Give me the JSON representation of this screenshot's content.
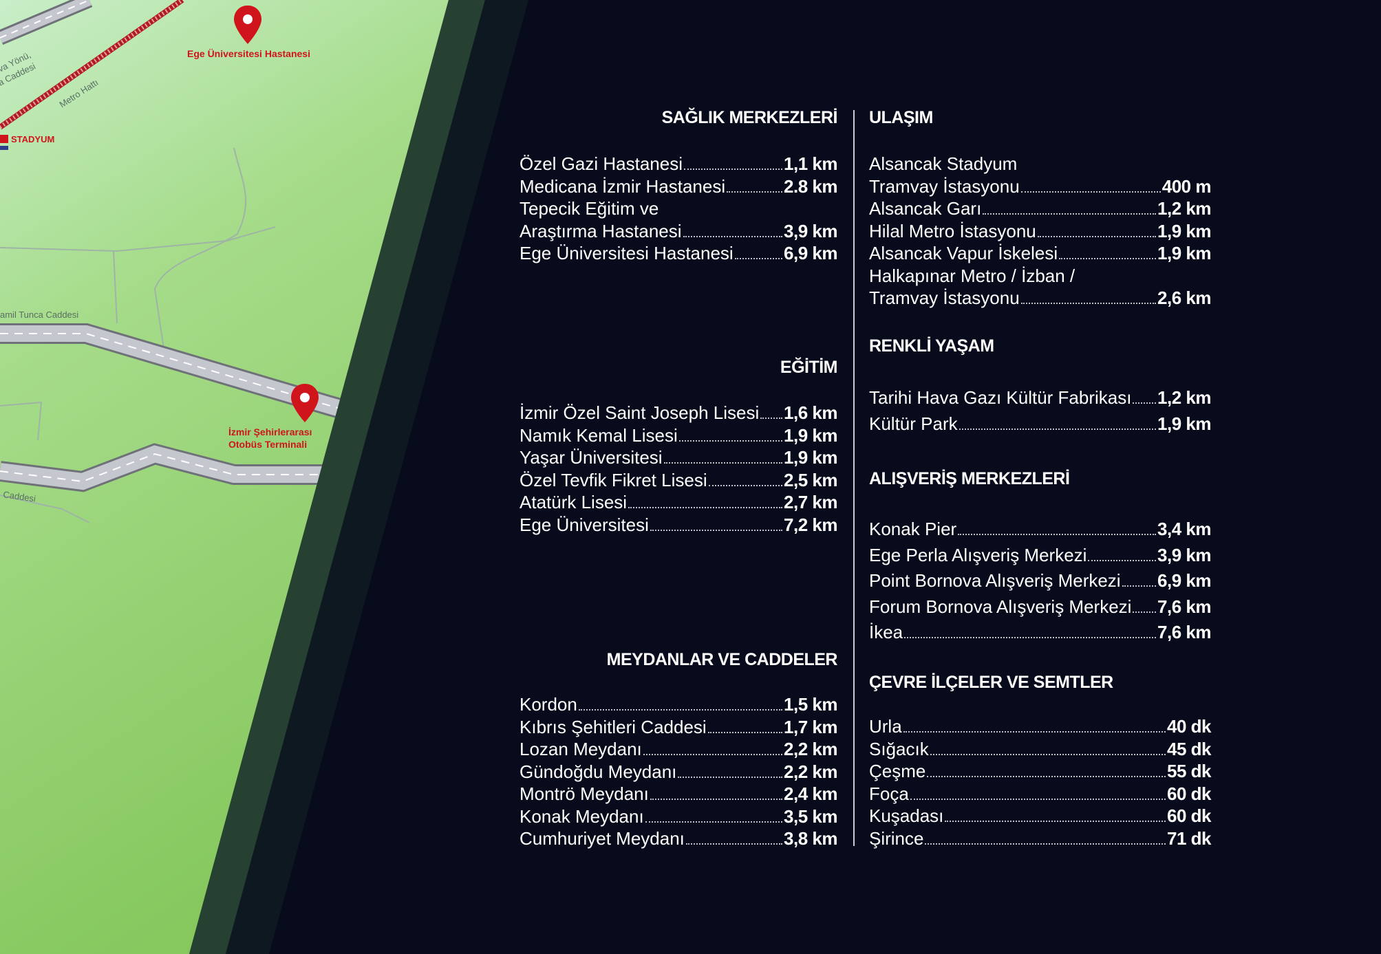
{
  "map": {
    "labels": {
      "hospital": "Ege Üniversitesi Hastanesi",
      "stadium": "STADYUM",
      "metro": "Metro Hattı",
      "road_a1": "va Yönü,",
      "road_a2": "a Caddesi",
      "road_b": "amil Tunca Caddesi",
      "road_c": "Caddesi",
      "terminal_1": "İzmir Şehirlerarası",
      "terminal_2": "Otobüs Terminali"
    },
    "colors": {
      "marker": "#d0141c",
      "road": "#b8bcc4",
      "green": "#8fd06a",
      "dark": "#070b1c"
    }
  },
  "left": {
    "saglik": {
      "title": "SAĞLIK MERKEZLERİ",
      "items": [
        {
          "name": "Özel Gazi Hastanesi",
          "value": "1,1   km"
        },
        {
          "name": "Medicana İzmir Hastanesi",
          "value": "2.8  km"
        },
        {
          "name": "Tepecik Eğitim ve",
          "value": ""
        },
        {
          "name": "Araştırma Hastanesi",
          "value": "3,9  km"
        },
        {
          "name": "Ege Üniversitesi Hastanesi",
          "value": "6,9  km"
        }
      ]
    },
    "egitim": {
      "title": "EĞİTİM",
      "items": [
        {
          "name": "İzmir Özel Saint Joseph Lisesi",
          "value": "1,6   km"
        },
        {
          "name": "Namık Kemal Lisesi",
          "value": "1,9   km"
        },
        {
          "name": "Yaşar Üniversitesi",
          "value": "1,9   km"
        },
        {
          "name": "Özel Tevfik Fikret Lisesi",
          "value": "2,5  km"
        },
        {
          "name": "Atatürk Lisesi",
          "value": "2,7  km"
        },
        {
          "name": "Ege Üniversitesi",
          "value": "7,2   km"
        }
      ]
    },
    "meydan": {
      "title": "MEYDANLAR VE CADDELER",
      "items": [
        {
          "name": "Kordon",
          "value": "1,5   km"
        },
        {
          "name": "Kıbrıs Şehitleri Caddesi",
          "value": "1,7   km"
        },
        {
          "name": "Lozan Meydanı",
          "value": "2,2  km"
        },
        {
          "name": "Gündoğdu Meydanı",
          "value": "2,2  km"
        },
        {
          "name": "Montrö Meydanı",
          "value": "2,4  km"
        },
        {
          "name": "Konak Meydanı",
          "value": "3,5  km"
        },
        {
          "name": "Cumhuriyet Meydanı",
          "value": "3,8  km"
        }
      ]
    }
  },
  "right": {
    "ulasim": {
      "title": "ULAŞIM",
      "items": [
        {
          "name": "Alsancak Stadyum",
          "value": ""
        },
        {
          "name": "Tramvay İstasyonu",
          "value": "400 m"
        },
        {
          "name": "Alsancak Garı",
          "value": "1,2  km"
        },
        {
          "name": "Hilal Metro İstasyonu",
          "value": "1,9  km"
        },
        {
          "name": "Alsancak Vapur İskelesi",
          "value": "1,9  km"
        },
        {
          "name": "Halkapınar  Metro / İzban  /",
          "value": ""
        },
        {
          "name": "Tramvay İstasyonu",
          "value": "2,6 km"
        }
      ]
    },
    "renkli": {
      "title": "RENKLİ YAŞAM",
      "items": [
        {
          "name": "Tarihi Hava Gazı Kültür Fabrikası",
          "value": "1,2  km"
        },
        {
          "name": "Kültür Park",
          "value": "1,9  km"
        }
      ]
    },
    "avm": {
      "title": "ALIŞVERİŞ MERKEZLERİ",
      "items": [
        {
          "name": "Konak Pier",
          "value": "3,4 km"
        },
        {
          "name": "Ege Perla Alışveriş Merkezi",
          "value": "3,9 km"
        },
        {
          "name": "Point Bornova Alışveriş Merkezi",
          "value": "6,9 km"
        },
        {
          "name": "Forum Bornova Alışveriş Merkezi",
          "value": "7,6 km"
        },
        {
          "name": "İkea",
          "value": "7,6 km"
        }
      ]
    },
    "cevre": {
      "title": "ÇEVRE İLÇELER VE SEMTLER",
      "items": [
        {
          "name": "Urla",
          "value": "40 dk"
        },
        {
          "name": "Sığacık",
          "value": "45 dk"
        },
        {
          "name": "Çeşme",
          "value": "55 dk"
        },
        {
          "name": "Foça",
          "value": "60 dk"
        },
        {
          "name": "Kuşadası",
          "value": "60 dk"
        },
        {
          "name": "Şirince",
          "value": "71  dk"
        }
      ]
    }
  }
}
